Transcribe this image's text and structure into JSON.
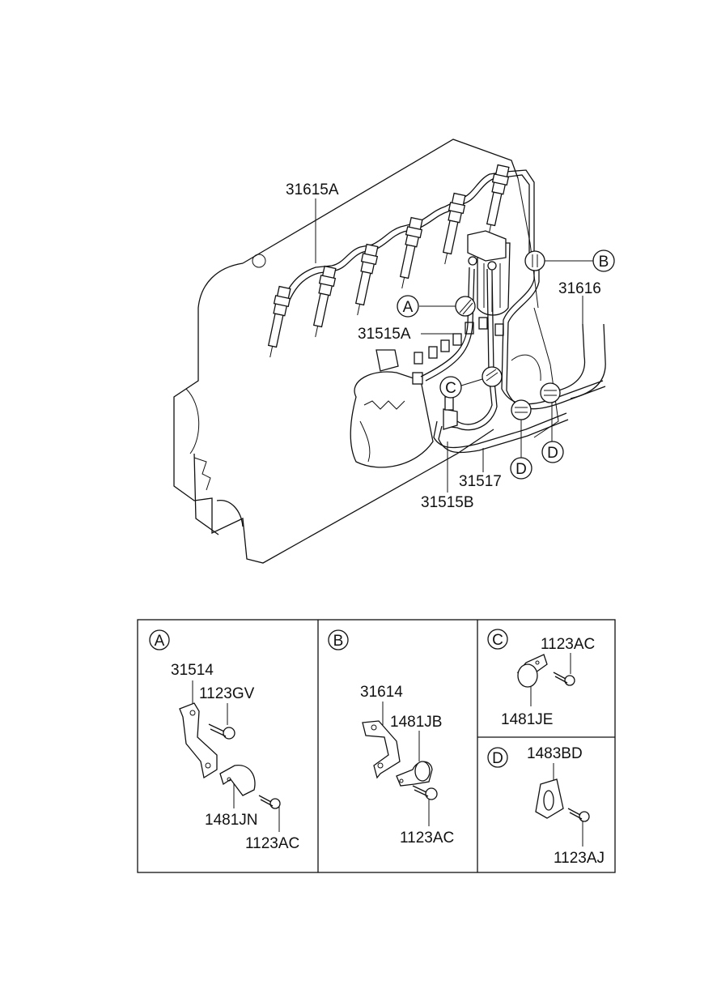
{
  "main_labels": {
    "p31615A": "31615A",
    "p31616": "31616",
    "p31515A": "31515A",
    "p31517": "31517",
    "p31515B": "31515B"
  },
  "callouts": {
    "A": "A",
    "B": "B",
    "C": "C",
    "D": "D"
  },
  "panels": {
    "A": {
      "letter": "A",
      "p1": "31514",
      "p2": "1123GV",
      "p3": "1481JN",
      "p4": "1123AC"
    },
    "B": {
      "letter": "B",
      "p1": "31614",
      "p2": "1481JB",
      "p3": "1123AC"
    },
    "C": {
      "letter": "C",
      "p1": "1123AC",
      "p2": "1481JE"
    },
    "D": {
      "letter": "D",
      "p1": "1483BD",
      "p2": "1123AJ"
    }
  }
}
